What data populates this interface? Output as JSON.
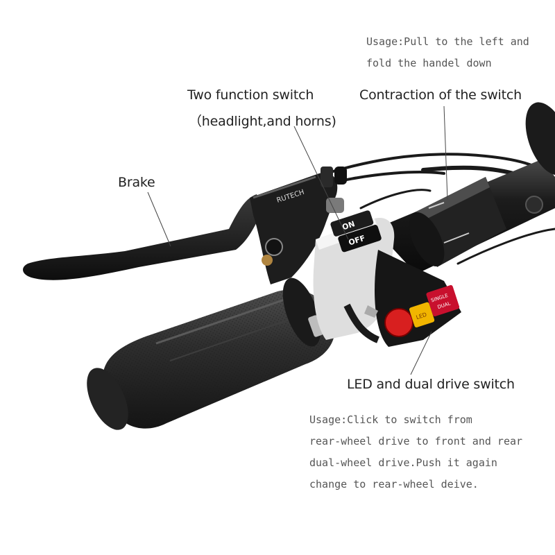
{
  "labels": {
    "brake": "Brake",
    "two_function_switch": "Two function switch",
    "two_function_switch_detail": "（headlight,and horns)",
    "contraction_switch": "Contraction of the switch",
    "led_dual_drive_switch": "LED and dual drive switch"
  },
  "notes": {
    "contraction_usage": [
      "Usage:Pull to the left and",
      "fold the handel down"
    ],
    "dual_drive_usage": [
      "Usage:Click to switch from",
      "rear-wheel drive to front and rear",
      "dual-wheel drive.Push it again",
      "change to rear-wheel deive."
    ]
  },
  "product_markings": {
    "brand_logo": "RUTECH",
    "on_button": "ON",
    "off_button": "OFF",
    "led_button": "LED",
    "drive_button_line1": "SINGLE",
    "drive_button_line2": "DUAL"
  },
  "colors": {
    "background": "#ffffff",
    "handlebar": "#1a1a1a",
    "grip": "#2b2b2b",
    "red_button": "#d81f1f",
    "led_button": "#f2b500",
    "switch_housing": "#e9e9e9"
  }
}
